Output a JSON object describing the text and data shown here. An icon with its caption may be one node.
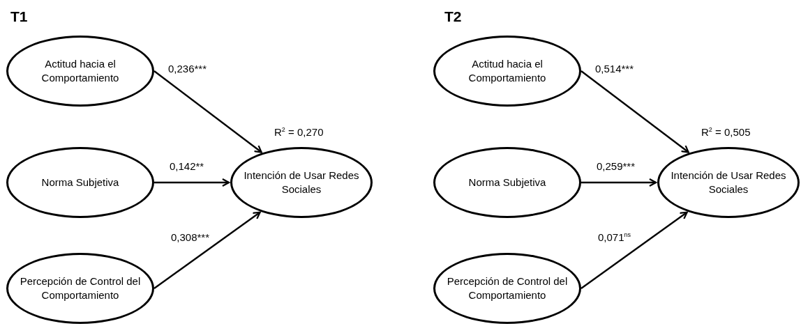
{
  "diagram": {
    "nodes": [
      {
        "text": [
          "Actitud hacia el Comportamiento"
        ]
      },
      {
        "text": [
          "Norma Subjetiva"
        ]
      },
      {
        "text": [
          "Percepción de Control del Comportamiento"
        ]
      },
      {
        "text": [
          "Intención de Usar Redes Sociales"
        ],
        "beside": [
          "R$^{2}$ = 0,270"
        ]
      },
      {
        "text": [
          "Actitud hacia el Comportamiento"
        ]
      },
      {
        "text": [
          "Norma Subjetiva"
        ]
      },
      {
        "text": [
          "Percepción de Control del Comportamiento"
        ]
      },
      {
        "text": [
          "Intención de Usar Redes Sociales"
        ],
        "beside": [
          "R$^{2}$ = 0,505"
        ]
      }
    ],
    "edges": [
      {
        "from": 0,
        "to": 3,
        "arrow": "to",
        "label": "0,236***"
      },
      {
        "from": 1,
        "to": 3,
        "arrow": "to",
        "label": "0,142**"
      },
      {
        "from": 2,
        "to": 3,
        "arrow": "to",
        "label": "0,308***"
      },
      {
        "from": 4,
        "to": 7,
        "arrow": "to",
        "label": "0,514***"
      },
      {
        "from": 5,
        "to": 7,
        "arrow": "to",
        "label": "0,259***"
      },
      {
        "from": 6,
        "to": 7,
        "arrow": "to",
        "label": "0,071$^{ns}$"
      }
    ],
    "labels": [
      "T1",
      "T2"
    ]
  }
}
